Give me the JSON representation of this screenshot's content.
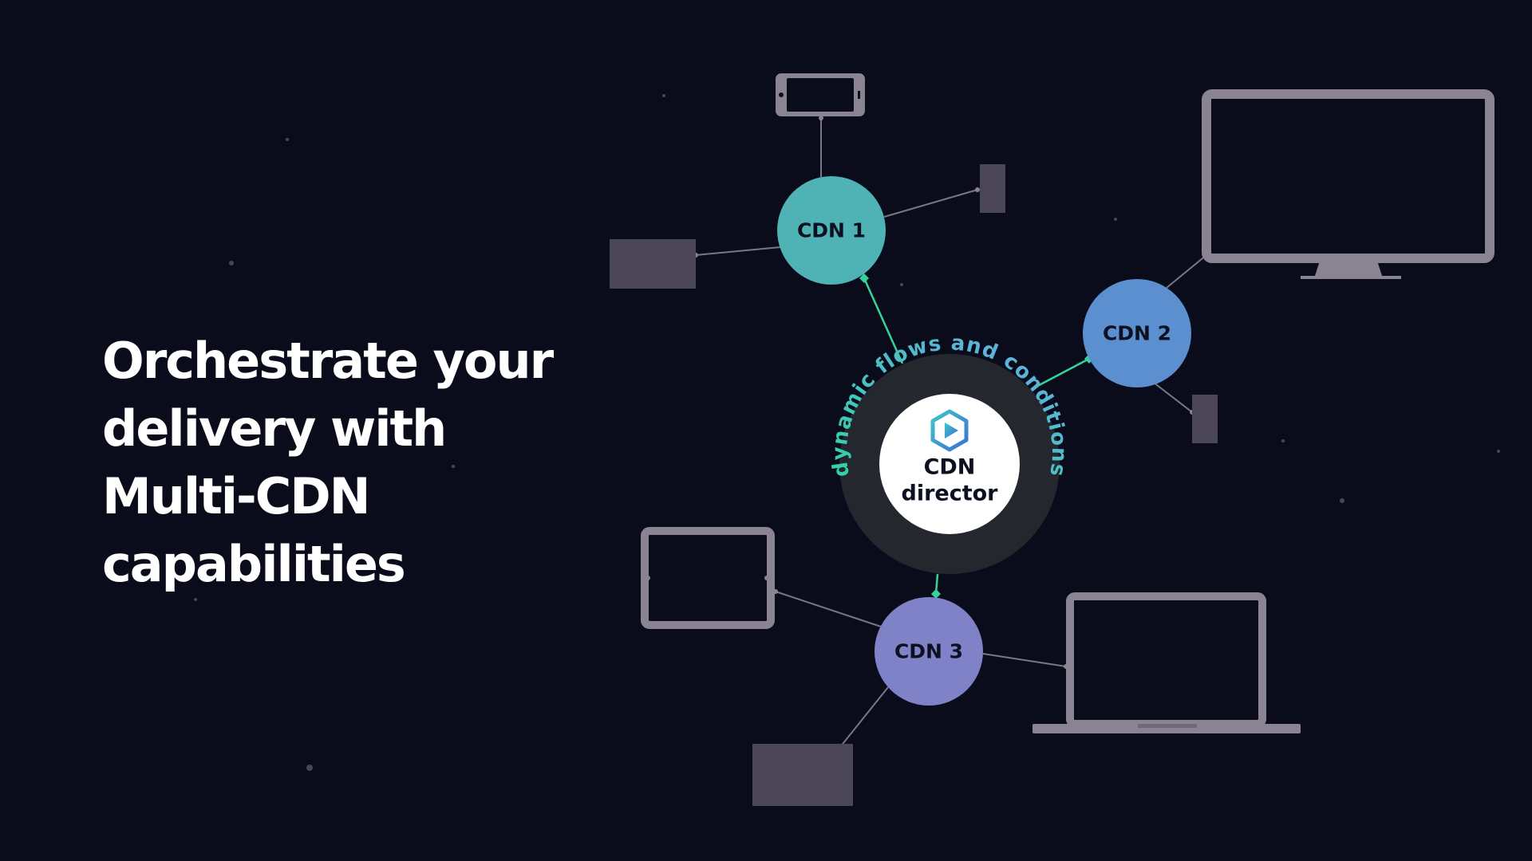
{
  "headline": {
    "lines": [
      "Orchestrate your",
      "delivery with",
      "Multi-CDN",
      "capabilities"
    ]
  },
  "nodes": {
    "cdn1": "CDN 1",
    "cdn2": "CDN 2",
    "cdn3": "CDN 3"
  },
  "director": {
    "line1": "CDN",
    "line2": "director",
    "ring_text": "dynamic flows and conditions",
    "logo_icon": "play-hexagon-icon"
  },
  "devices": [
    "phone-icon",
    "monitor-icon",
    "tablet-icon",
    "laptop-icon"
  ],
  "colors": {
    "background": "#0b0c1b",
    "cdn1": "#4fb3b5",
    "cdn2": "#5b8fd0",
    "cdn3": "#8082c8",
    "device": "#8a8392",
    "device_block": "#4a4657",
    "connector_active": "#34d399",
    "connector_idle": "#7a7785",
    "ring_bg": "#25272e",
    "ring_text_start": "#2dd4a4",
    "ring_text_end": "#6aa9e8"
  }
}
